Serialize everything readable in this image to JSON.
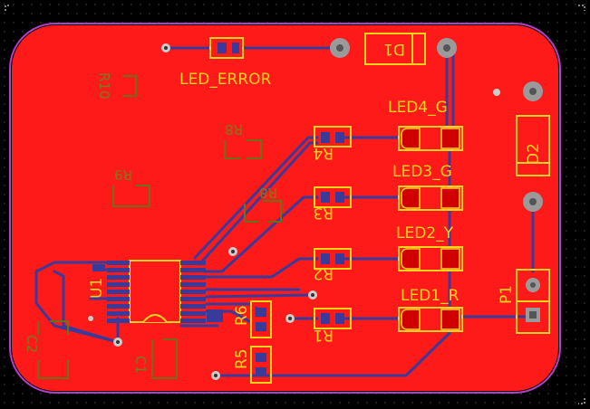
{
  "board": {
    "colors": {
      "background": "#000000",
      "outline": "#b040c8",
      "copper_top": "#ff1a1a",
      "trace": "#3a3a9a",
      "silk_top": "#ffd21f",
      "silk_bottom": "#6f6f1a",
      "via_ring": "#9a9a9a"
    }
  },
  "labels": {
    "led_error": "LED_ERROR",
    "led4": "LED4_G",
    "led3": "LED3_G",
    "led2": "LED2_Y",
    "led1": "LED1_R",
    "d1": "D1",
    "d2": "D2",
    "r1": "R1",
    "r2": "R2",
    "r3": "R3",
    "r4": "R4",
    "r5": "R5",
    "r6": "R6",
    "r8a": "R8",
    "r8b": "R8",
    "r9": "R9",
    "r10": "R10",
    "u1": "U1",
    "p1": "P1",
    "c1": "C1",
    "c2": "C2"
  }
}
